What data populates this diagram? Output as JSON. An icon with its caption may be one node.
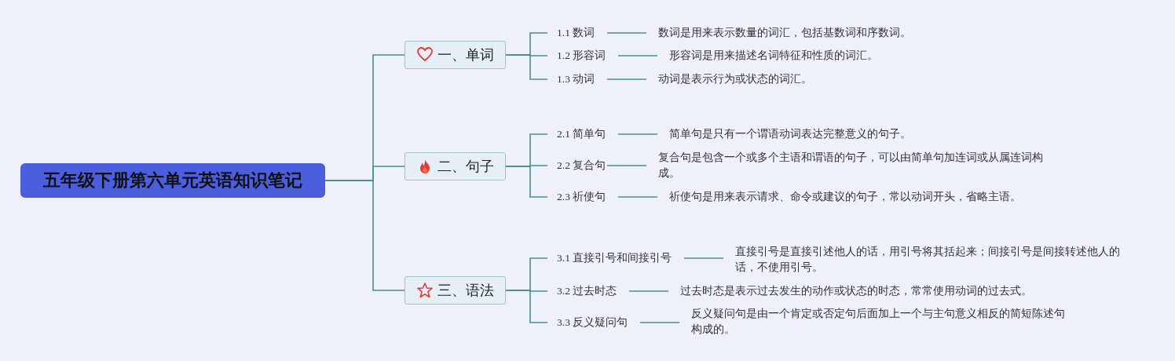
{
  "diagram": {
    "nodes": [
      {
        "text": [
          "五年级下册第六单元英语知识笔记"
        ]
      },
      {
        "text": [
          "一、单词"
        ]
      },
      {
        "text": [
          "1.1 数词"
        ]
      },
      {
        "text": [
          "数词是用来表示数量的词汇，包括基数词和序数词。"
        ]
      },
      {
        "text": [
          "1.2 形容词"
        ]
      },
      {
        "text": [
          "形容词是用来描述名词特征和性质的词汇。"
        ]
      },
      {
        "text": [
          "1.3 动词"
        ]
      },
      {
        "text": [
          "动词是表示行为或状态的词汇。"
        ]
      },
      {
        "text": [
          "二、句子"
        ]
      },
      {
        "text": [
          "2.1 简单句"
        ]
      },
      {
        "text": [
          "简单句是只有一个谓语动词表达完整意义的句子。"
        ]
      },
      {
        "text": [
          "2.2 复合句"
        ]
      },
      {
        "text": [
          "复合句是包含一个或多个主语和谓语的句子，可以由简单句加连词或从属连词构成。"
        ]
      },
      {
        "text": [
          "2.3 祈使句"
        ]
      },
      {
        "text": [
          "祈使句是用来表示请求、命令或建议的句子，常以动词开头，省略主语。"
        ]
      },
      {
        "text": [
          "三、语法"
        ]
      },
      {
        "text": [
          "3.1 直接引号和间接引号"
        ]
      },
      {
        "text": [
          "直接引号是直接引述他人的话，用引号将其括起来；间接引号是间接转述他人的话，不使用引号。"
        ]
      },
      {
        "text": [
          "3.2 过去时态"
        ]
      },
      {
        "text": [
          "过去时态是表示过去发生的动作或状态的时态，常常使用动词的过去式。"
        ]
      },
      {
        "text": [
          "3.3 反义疑问句"
        ]
      },
      {
        "text": [
          "反义疑问句是由一个肯定或否定句后面加上一个与主句意义相反的简短陈述句构成的。"
        ]
      }
    ],
    "edges": [
      {
        "from": 0,
        "to": 1,
        "arrow": "none"
      },
      {
        "from": 0,
        "to": 8,
        "arrow": "none"
      },
      {
        "from": 0,
        "to": 15,
        "arrow": "none"
      },
      {
        "from": 1,
        "to": 2,
        "arrow": "none"
      },
      {
        "from": 1,
        "to": 4,
        "arrow": "none"
      },
      {
        "from": 1,
        "to": 6,
        "arrow": "none"
      },
      {
        "from": 2,
        "to": 3,
        "arrow": "none"
      },
      {
        "from": 4,
        "to": 5,
        "arrow": "none"
      },
      {
        "from": 6,
        "to": 7,
        "arrow": "none"
      },
      {
        "from": 8,
        "to": 9,
        "arrow": "none"
      },
      {
        "from": 8,
        "to": 11,
        "arrow": "none"
      },
      {
        "from": 8,
        "to": 13,
        "arrow": "none"
      },
      {
        "from": 9,
        "to": 10,
        "arrow": "none"
      },
      {
        "from": 11,
        "to": 12,
        "arrow": "none"
      },
      {
        "from": 13,
        "to": 14,
        "arrow": "none"
      },
      {
        "from": 15,
        "to": 16,
        "arrow": "none"
      },
      {
        "from": 15,
        "to": 18,
        "arrow": "none"
      },
      {
        "from": 15,
        "to": 20,
        "arrow": "none"
      },
      {
        "from": 16,
        "to": 17,
        "arrow": "none"
      },
      {
        "from": 18,
        "to": 19,
        "arrow": "none"
      },
      {
        "from": 20,
        "to": 21,
        "arrow": "none"
      }
    ]
  }
}
